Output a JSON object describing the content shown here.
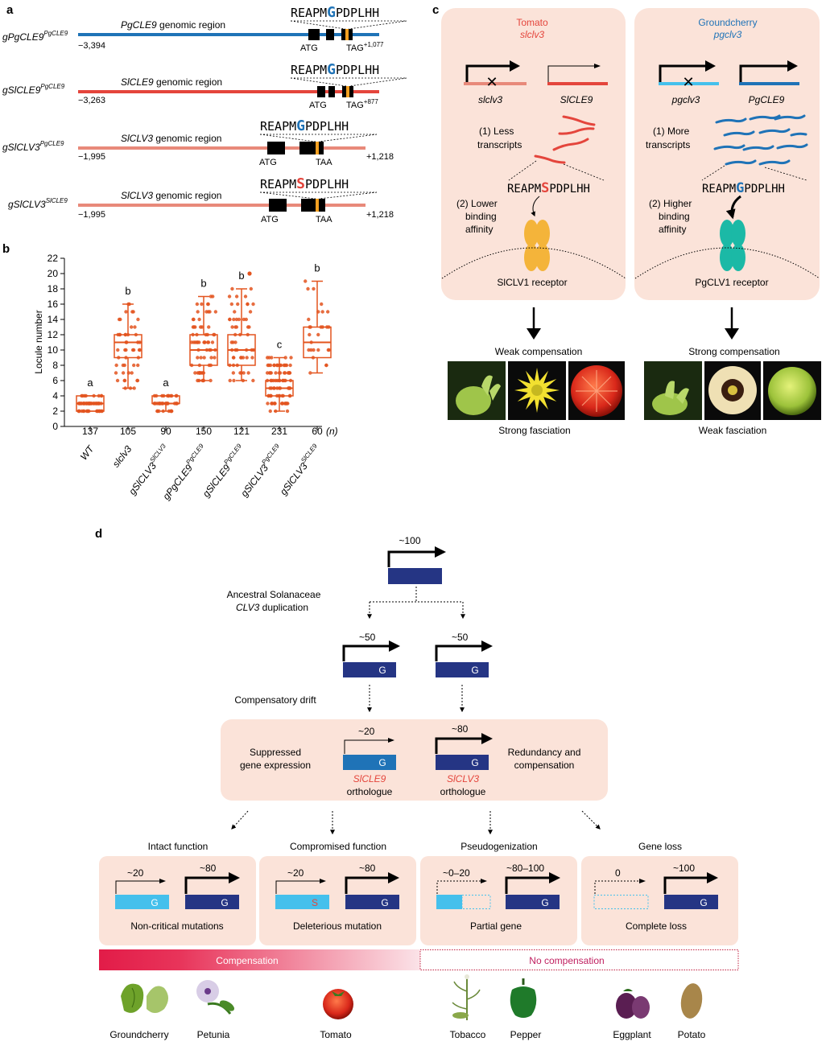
{
  "colors": {
    "blue": "#1f73b7",
    "red": "#e4453c",
    "salmon": "#e8897a",
    "orange": "#e3541e",
    "navy": "#253584",
    "lightblue": "#45c0ec",
    "teal": "#1bb9a6",
    "yellow": "#f4b43a",
    "panel": "#fbe3d9"
  },
  "panel_a": {
    "label": "a",
    "constructs": [
      {
        "name": "gPgCLE9",
        "sup": "PgCLE9",
        "region_name": "PgCLE9",
        "region_suffix": " genomic region",
        "start": "−3,394",
        "end": "",
        "atg": "ATG",
        "stop": "TAG",
        "stop_sup": "+1,077",
        "pep_pre": "REAPM",
        "pep_res": "G",
        "pep_post": "PDPLHH",
        "color": "blue"
      },
      {
        "name": "gSlCLE9",
        "sup": "PgCLE9",
        "region_name": "SlCLE9",
        "region_suffix": " genomic region",
        "start": "−3,263",
        "end": "",
        "atg": "ATG",
        "stop": "TAG",
        "stop_sup": "+877",
        "pep_pre": "REAPM",
        "pep_res": "G",
        "pep_post": "PDPLHH",
        "color": "red"
      },
      {
        "name": "gSlCLV3",
        "sup": "PgCLE9",
        "region_name": "SlCLV3",
        "region_suffix": " genomic region",
        "start": "−1,995",
        "end": "+1,218",
        "atg": "ATG",
        "stop": "TAA",
        "stop_sup": "",
        "pep_pre": "REAPM",
        "pep_res": "G",
        "pep_post": "PDPLHH",
        "color": "salmon"
      },
      {
        "name": "gSlCLV3",
        "sup": "SlCLE9",
        "region_name": "SlCLV3",
        "region_suffix": " genomic region",
        "start": "−1,995",
        "end": "+1,218",
        "atg": "ATG",
        "stop": "TAA",
        "stop_sup": "",
        "pep_pre": "REAPM",
        "pep_res": "S",
        "pep_post": "PDPLHH",
        "color": "salmon"
      }
    ]
  },
  "panel_b": {
    "label": "b",
    "ylabel": "Locule number",
    "n_label": "(n)",
    "chart_data": {
      "type": "box",
      "ylabel": "Locule number",
      "ylim": [
        0,
        22
      ],
      "yticks": [
        "0",
        "2",
        "4",
        "6",
        "8",
        "10",
        "12",
        "14",
        "16",
        "18",
        "20",
        "22"
      ],
      "groups": [
        {
          "label": "WT",
          "label_sup": "",
          "n": "137",
          "letter": "a",
          "whisker_low": 2,
          "q1": 2,
          "median": 3,
          "q3": 4,
          "whisker_high": 4
        },
        {
          "label": "slclv3",
          "label_sup": "",
          "n": "105",
          "letter": "b",
          "whisker_low": 5,
          "q1": 9,
          "median": 11,
          "q3": 12,
          "whisker_high": 16
        },
        {
          "label": "gSlCLV3",
          "label_sup": "SlCLV3",
          "n": "90",
          "letter": "a",
          "whisker_low": 2,
          "q1": 3,
          "median": 3,
          "q3": 4,
          "whisker_high": 4
        },
        {
          "label": "gPgCLE9",
          "label_sup": "PgCLE9",
          "n": "150",
          "letter": "b",
          "whisker_low": 6,
          "q1": 8,
          "median": 10,
          "q3": 12,
          "whisker_high": 17
        },
        {
          "label": "gSlCLE9",
          "label_sup": "PgCLE9",
          "n": "121",
          "letter": "b",
          "whisker_low": 6,
          "q1": 8,
          "median": 10,
          "q3": 12,
          "whisker_high": 18,
          "outliers": [
            20
          ]
        },
        {
          "label": "gSlCLV3",
          "label_sup": "PgCLE9",
          "n": "231",
          "letter": "c",
          "whisker_low": 2,
          "q1": 4,
          "median": 5,
          "q3": 6,
          "whisker_high": 9
        },
        {
          "label": "gSlCLV3",
          "label_sup": "SlCLE9",
          "n": "60",
          "letter": "b",
          "whisker_low": 7,
          "q1": 9,
          "median": 11,
          "q3": 13,
          "whisker_high": 19
        }
      ]
    }
  },
  "panel_c": {
    "label": "c",
    "left": {
      "species": "Tomato",
      "mutant": "slclv3",
      "gene1": "slclv3",
      "gene2": "SlCLE9",
      "step1": [
        "(1) Less",
        "transcripts"
      ],
      "pep_pre": "REAPM",
      "pep_res": "S",
      "pep_post": "PDPLHH",
      "step2": [
        "(2) Lower",
        "binding",
        "affinity"
      ],
      "receptor": "SlCLV1 receptor",
      "compensation": "Weak compensation",
      "fasciation": "Strong fasciation"
    },
    "right": {
      "species": "Groundcherry",
      "mutant": "pgclv3",
      "gene1": "pgclv3",
      "gene2": "PgCLE9",
      "step1": [
        "(1) More",
        "transcripts"
      ],
      "pep_pre": "REAPM",
      "pep_res": "G",
      "pep_post": "PDPLHH",
      "step2": [
        "(2) Higher",
        "binding",
        "affinity"
      ],
      "receptor": "PgCLV1 receptor",
      "compensation": "Strong compensation",
      "fasciation": "Weak fasciation"
    }
  },
  "panel_d": {
    "label": "d",
    "ancestral_expr": "~100",
    "duplication": [
      "Ancestral Solanaceae",
      "CLV3",
      " duplication"
    ],
    "dup_left_expr": "~50",
    "dup_right_expr": "~50",
    "g_letter": "G",
    "s_letter": "S",
    "drift_label": "Compensatory drift",
    "suppressed": [
      "Suppressed",
      "gene expression"
    ],
    "redundancy": [
      "Redundancy and",
      "compensation"
    ],
    "sle9_expr": "~20",
    "slclv3_expr": "~80",
    "sle9_gene": "SlCLE9",
    "sle9_word": "orthologue",
    "slclv3_gene": "SlCLV3",
    "slclv3_word": "orthologue",
    "outcomes": [
      {
        "title": "Intact function",
        "left_expr": "~20",
        "right_expr": "~80",
        "caption": "Non-critical mutations"
      },
      {
        "title": "Compromised function",
        "left_expr": "~20",
        "right_expr": "~80",
        "caption": "Deleterious mutation"
      },
      {
        "title": "Pseudogenization",
        "left_expr": "~0–20",
        "right_expr": "~80–100",
        "caption": "Partial gene"
      },
      {
        "title": "Gene loss",
        "left_expr": "0",
        "right_expr": "~100",
        "caption": "Complete loss"
      }
    ],
    "compensation_bar": "Compensation",
    "no_compensation_bar": "No compensation",
    "species": [
      "Groundcherry",
      "Petunia",
      "Tomato",
      "Tobacco",
      "Pepper",
      "Eggplant",
      "Potato"
    ]
  }
}
